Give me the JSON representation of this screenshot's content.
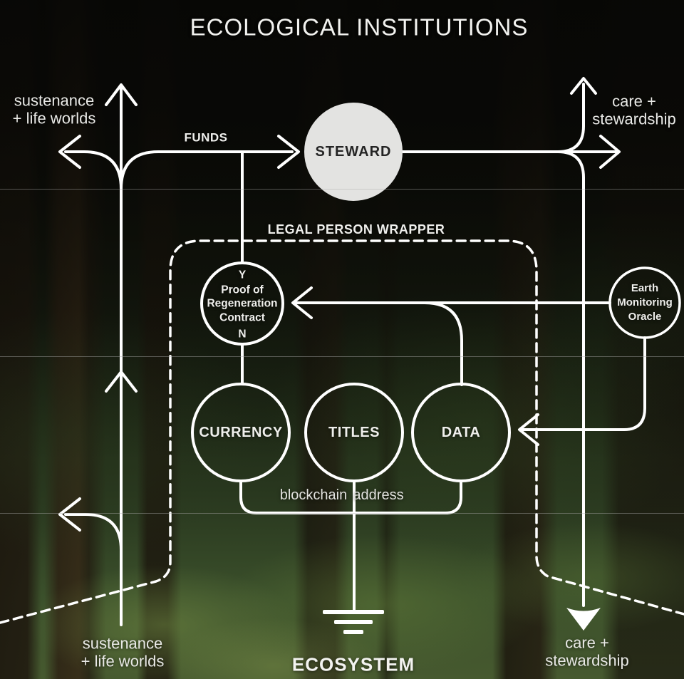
{
  "title": "ECOLOGICAL INSTITUTIONS",
  "diagram": {
    "steward": "STEWARD",
    "funds": "FUNDS",
    "wrapper": "LEGAL PERSON WRAPPER",
    "proof_contract": {
      "yes": "Y",
      "line1": "Proof of",
      "line2": "Regeneration",
      "line3": "Contract",
      "no": "N"
    },
    "oracle": {
      "line1": "Earth",
      "line2": "Monitoring",
      "line3": "Oracle"
    },
    "currency": "CURRENCY",
    "titles": "TITLES",
    "data": "DATA",
    "blockchain": "blockchain",
    "address": "address",
    "ecosystem": "ECOSYSTEM"
  },
  "flows": {
    "sustenance_top": {
      "line1": "sustenance",
      "line2": "+ life worlds"
    },
    "sustenance_bottom": {
      "line1": "sustenance",
      "line2": "+ life worlds"
    },
    "care_top": {
      "line1": "care +",
      "line2": "stewardship"
    },
    "care_bottom": {
      "line1": "care +",
      "line2": "stewardship"
    }
  },
  "colors": {
    "line": "#ffffff",
    "steward_fill": "#e3e3e1",
    "steward_text": "#242424",
    "label": "#efefec"
  }
}
